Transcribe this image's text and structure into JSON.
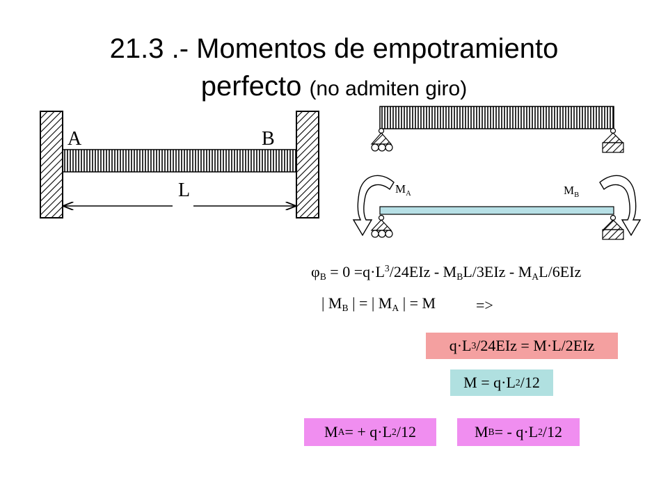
{
  "title": {
    "line1": "21.3 .- Momentos de empotramiento",
    "line2_main": "perfecto",
    "line2_paren": "(no admiten giro)"
  },
  "left_diagram": {
    "label_a": "A",
    "label_b": "B",
    "label_l": "L"
  },
  "right_diagram": {
    "ma_main": "M",
    "ma_sub": "A",
    "mb_main": "M",
    "mb_sub": "B"
  },
  "equations": {
    "eq1": {
      "phi": "φ",
      "phi_sub": "B",
      "p1": " = 0 =q·L",
      "sup3": "3",
      "p2": "/24EIz  - M",
      "sub_b": "B",
      "p3": "L/3EIz - M",
      "sub_a": "A",
      "p4": "L/6EIz"
    },
    "eq2": {
      "p1": "| M",
      "sub_b": "B",
      "p2": " | = | M",
      "sub_a": "A",
      "p3": " | = M",
      "arrow": "=>"
    },
    "box_red": {
      "p1": "q·L",
      "sup3": "3",
      "p2": "/24EIz  = M·L/2EIz",
      "color": "#f4a0a0"
    },
    "box_cyan": {
      "p1": "M = q·L",
      "sup2": "2",
      "p2": "/12",
      "color": "#b0e0e0"
    },
    "box_ma": {
      "p1": "M",
      "sub": "A",
      "p2": " = + q·L",
      "sup2": "2",
      "p3": "/12",
      "color": "#f08ef0"
    },
    "box_mb": {
      "p1": "M",
      "sub": "B",
      "p2": " = - q·L",
      "sup2": "2",
      "p3": "/12",
      "color": "#f08ef0"
    }
  }
}
